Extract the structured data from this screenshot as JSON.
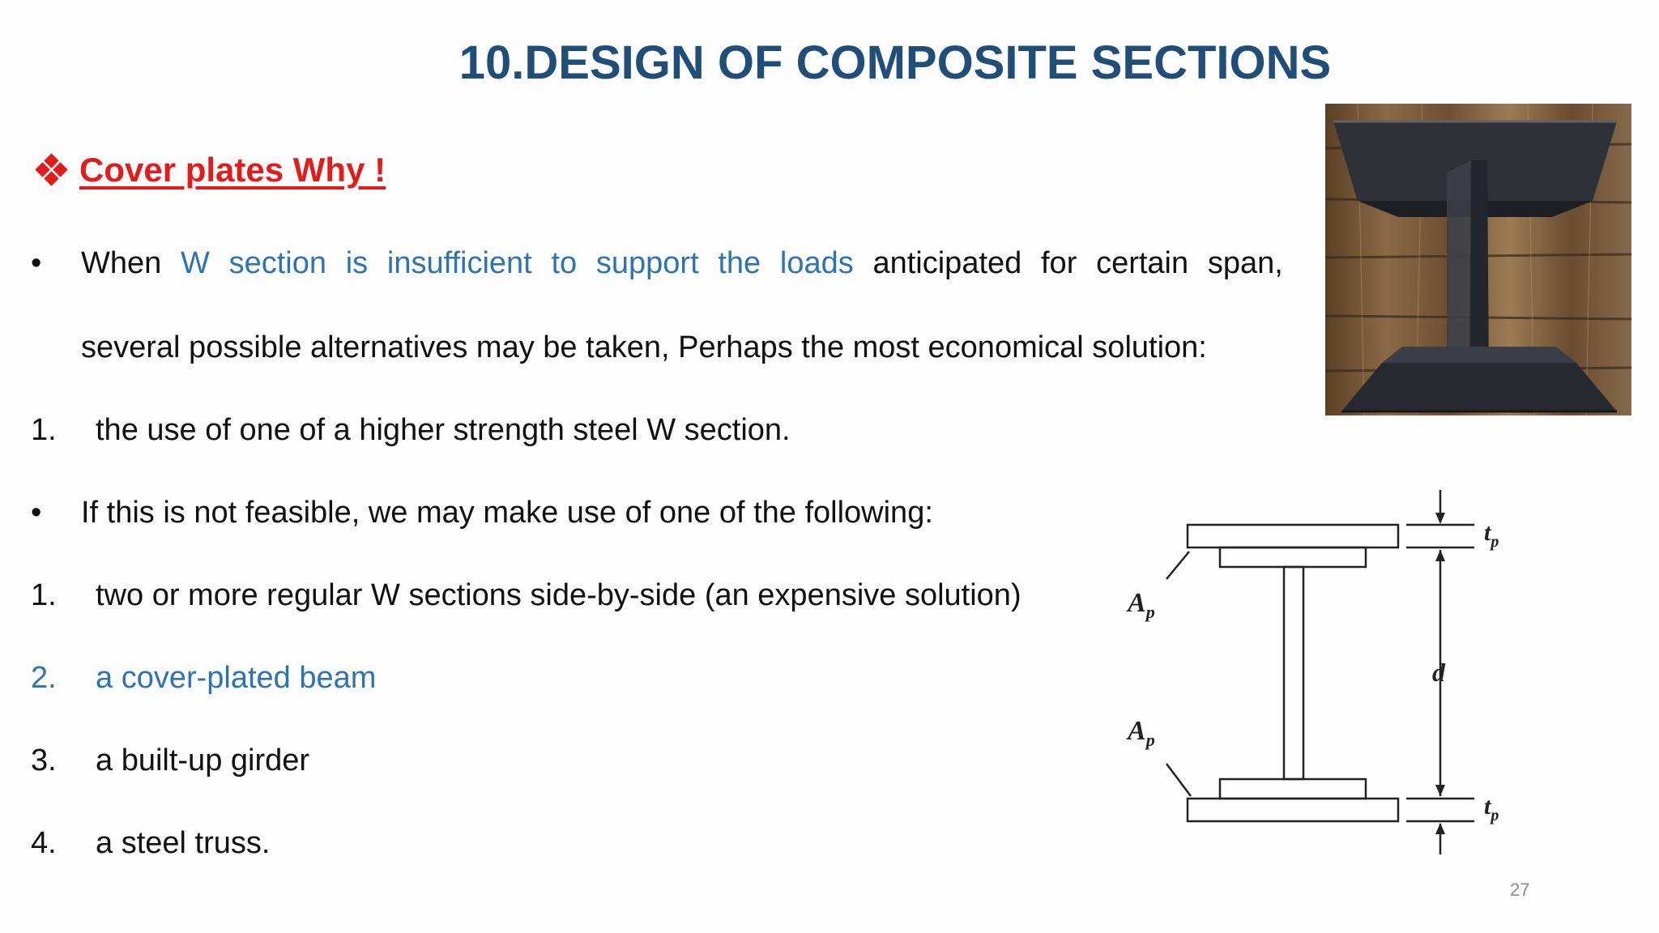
{
  "slide": {
    "title": "10.DESIGN OF COMPOSITE SECTIONS",
    "subheading": "Cover plates Why !",
    "bullet1": {
      "words": [
        "When",
        "W",
        "section",
        "is",
        "insufficient",
        "to",
        "support",
        "the",
        "loads",
        "anticipated",
        "for",
        "certain",
        "span,"
      ],
      "continuation": "several possible alternatives may be taken, Perhaps the most economical solution:"
    },
    "item1": {
      "number": "1.",
      "text": "the use of one of a higher strength steel W section."
    },
    "bullet2": "If this is not feasible, we may make use of one of the following:",
    "list": [
      {
        "number": "1.",
        "text": "two or more regular W sections side-by-side (an expensive solution)"
      },
      {
        "number": "2.",
        "text": "a cover-plated beam"
      },
      {
        "number": "3.",
        "text": "a built-up girder"
      },
      {
        "number": "4.",
        "text": "a steel truss."
      }
    ],
    "page_number": "27"
  },
  "diagram": {
    "labels": {
      "ap_top": "A",
      "ap_top_sub": "p",
      "ap_bottom": "A",
      "ap_bottom_sub": "p",
      "d": "d",
      "tp_top": "t",
      "tp_top_sub": "p",
      "tp_bottom": "t",
      "tp_bottom_sub": "p"
    }
  },
  "colors": {
    "title": "#1f4e79",
    "accent_red": "#e31b1b",
    "highlight_blue": "#2e74b5"
  },
  "icons": {
    "subheading_bullet": "four-diamond-icon",
    "photo": "steel-i-beam-photo"
  }
}
